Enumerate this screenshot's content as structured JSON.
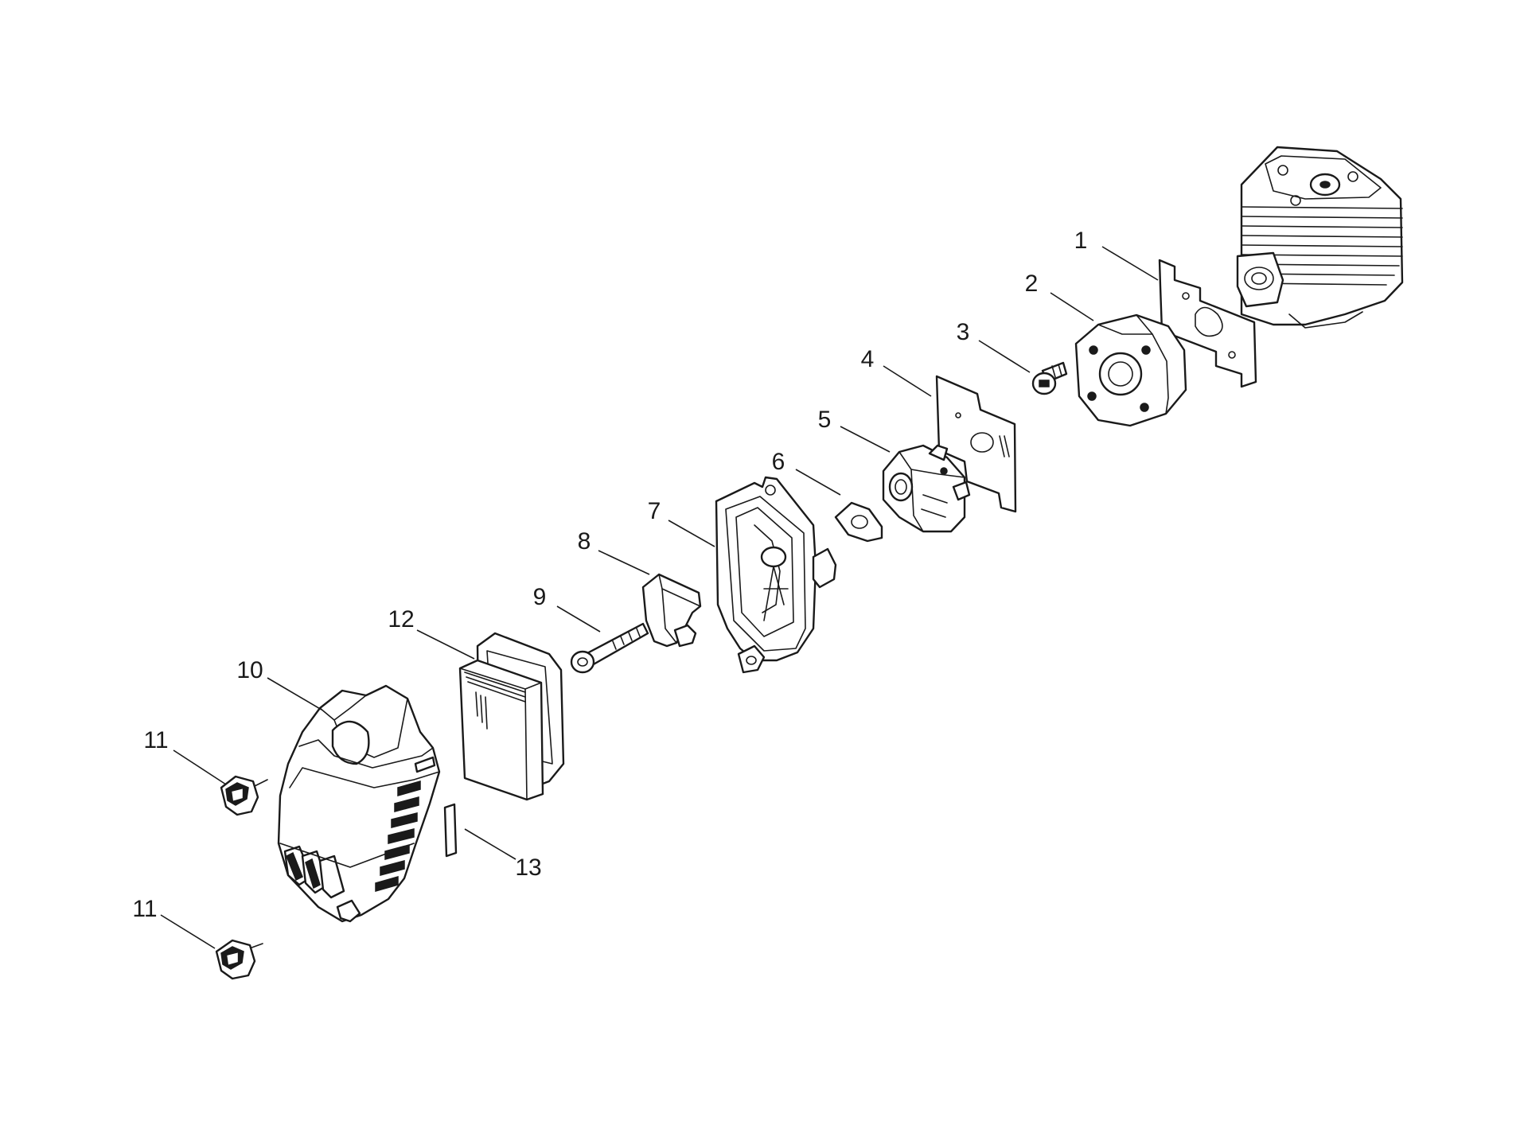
{
  "diagram": {
    "type": "exploded parts diagram",
    "callouts": [
      {
        "id": "c1",
        "label": "1"
      },
      {
        "id": "c2",
        "label": "2"
      },
      {
        "id": "c3",
        "label": "3"
      },
      {
        "id": "c4",
        "label": "4"
      },
      {
        "id": "c5",
        "label": "5"
      },
      {
        "id": "c6",
        "label": "6"
      },
      {
        "id": "c7",
        "label": "7"
      },
      {
        "id": "c8",
        "label": "8"
      },
      {
        "id": "c9",
        "label": "9"
      },
      {
        "id": "c10",
        "label": "10"
      },
      {
        "id": "c11a",
        "label": "11"
      },
      {
        "id": "c11b",
        "label": "11"
      },
      {
        "id": "c12",
        "label": "12"
      },
      {
        "id": "c13",
        "label": "13"
      }
    ],
    "colors": {
      "line": "#1a1a1a",
      "background": "#ffffff"
    }
  }
}
